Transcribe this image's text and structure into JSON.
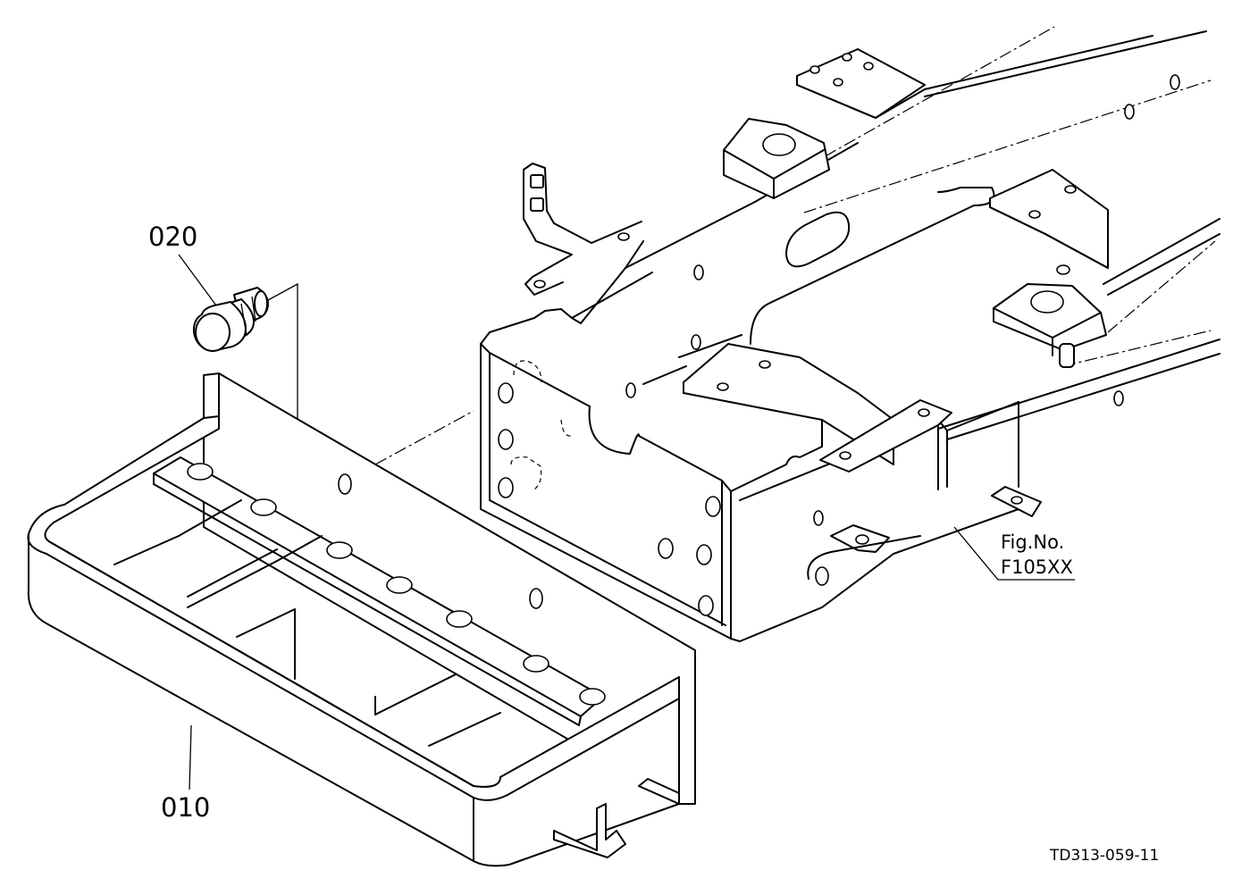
{
  "callouts": [
    {
      "id": "010",
      "label": "010",
      "part": "step"
    },
    {
      "id": "020",
      "label": "020",
      "part": "bolt"
    }
  ],
  "reference": {
    "line1": "Fig.No.",
    "line2": "F105XX"
  },
  "drawing_code": "TD313-059-11"
}
